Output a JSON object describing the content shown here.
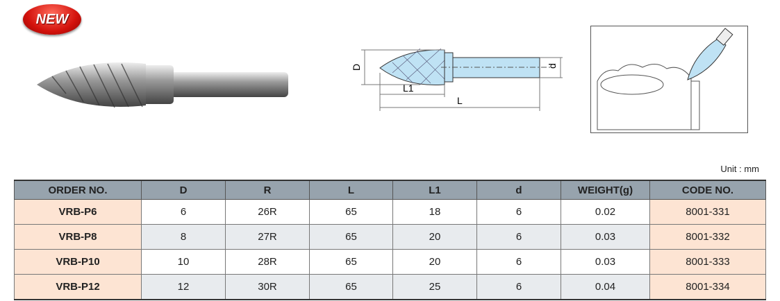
{
  "badge": "NEW",
  "drawing": {
    "D": "D",
    "d": "d",
    "L1": "L1",
    "L": "L"
  },
  "unit": "Unit : mm",
  "table": {
    "headers": [
      "ORDER NO.",
      "D",
      "R",
      "L",
      "L1",
      "d",
      "WEIGHT(g)",
      "CODE NO."
    ],
    "rows": [
      [
        "VRB-P6",
        "6",
        "26R",
        "65",
        "18",
        "6",
        "0.02",
        "8001-331"
      ],
      [
        "VRB-P8",
        "8",
        "27R",
        "65",
        "20",
        "6",
        "0.03",
        "8001-332"
      ],
      [
        "VRB-P10",
        "10",
        "28R",
        "65",
        "20",
        "6",
        "0.03",
        "8001-333"
      ],
      [
        "VRB-P12",
        "12",
        "30R",
        "65",
        "25",
        "6",
        "0.04",
        "8001-334"
      ]
    ]
  }
}
